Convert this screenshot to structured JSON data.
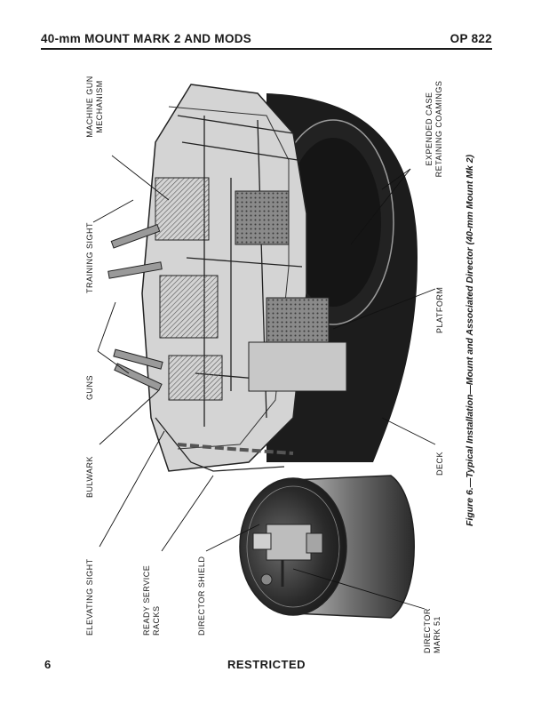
{
  "header": {
    "title": "40-mm MOUNT MARK 2 AND MODS",
    "doc_id": "OP 822"
  },
  "labels": {
    "machine_gun_mechanism": "MACHINE GUN MECHANISM",
    "training_sight": "TRAINING SIGHT",
    "guns": "GUNS",
    "bulwark": "BULWARK",
    "elevating_sight": "ELEVATING SIGHT",
    "ready_service_racks": "READY SERVICE RACKS",
    "director_shield": "DIRECTOR SHIELD",
    "expended_case_retaining_coamings": "EXPENDED CASE RETAINING COAMINGS",
    "platform": "PLATFORM",
    "deck": "DECK",
    "director_mark_51": "DIRECTOR MARK 51"
  },
  "caption": "Figure 6.—Typical Installation—Mount and Associated Director (40-mm Mount Mk 2)",
  "footer": {
    "page_number": "6",
    "classification": "RESTRICTED"
  }
}
